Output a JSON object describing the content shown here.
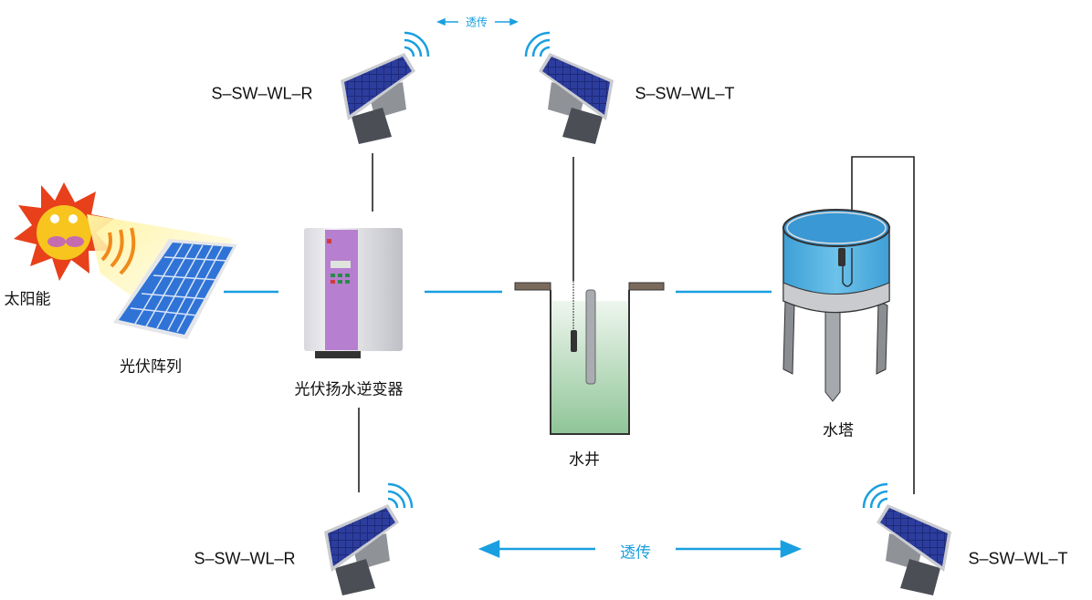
{
  "labels": {
    "sun": "太阳能",
    "pv_array": "光伏阵列",
    "inverter": "光伏扬水逆变器",
    "well": "水井",
    "water_tower": "水塔",
    "sensor_top_left": "S–SW–WL–R",
    "sensor_top_right": "S–SW–WL–T",
    "sensor_bottom_left": "S–SW–WL–R",
    "sensor_bottom_right": "S–SW–WL–T",
    "transparent_top": "透传",
    "transparent_bottom": "透传"
  },
  "colors": {
    "link_blue": "#1a9fe0",
    "wire": "#222222",
    "inverter_panel": "#b77fcf",
    "well_water": "#9cc9a0",
    "tank_water": "#5db8e6"
  }
}
